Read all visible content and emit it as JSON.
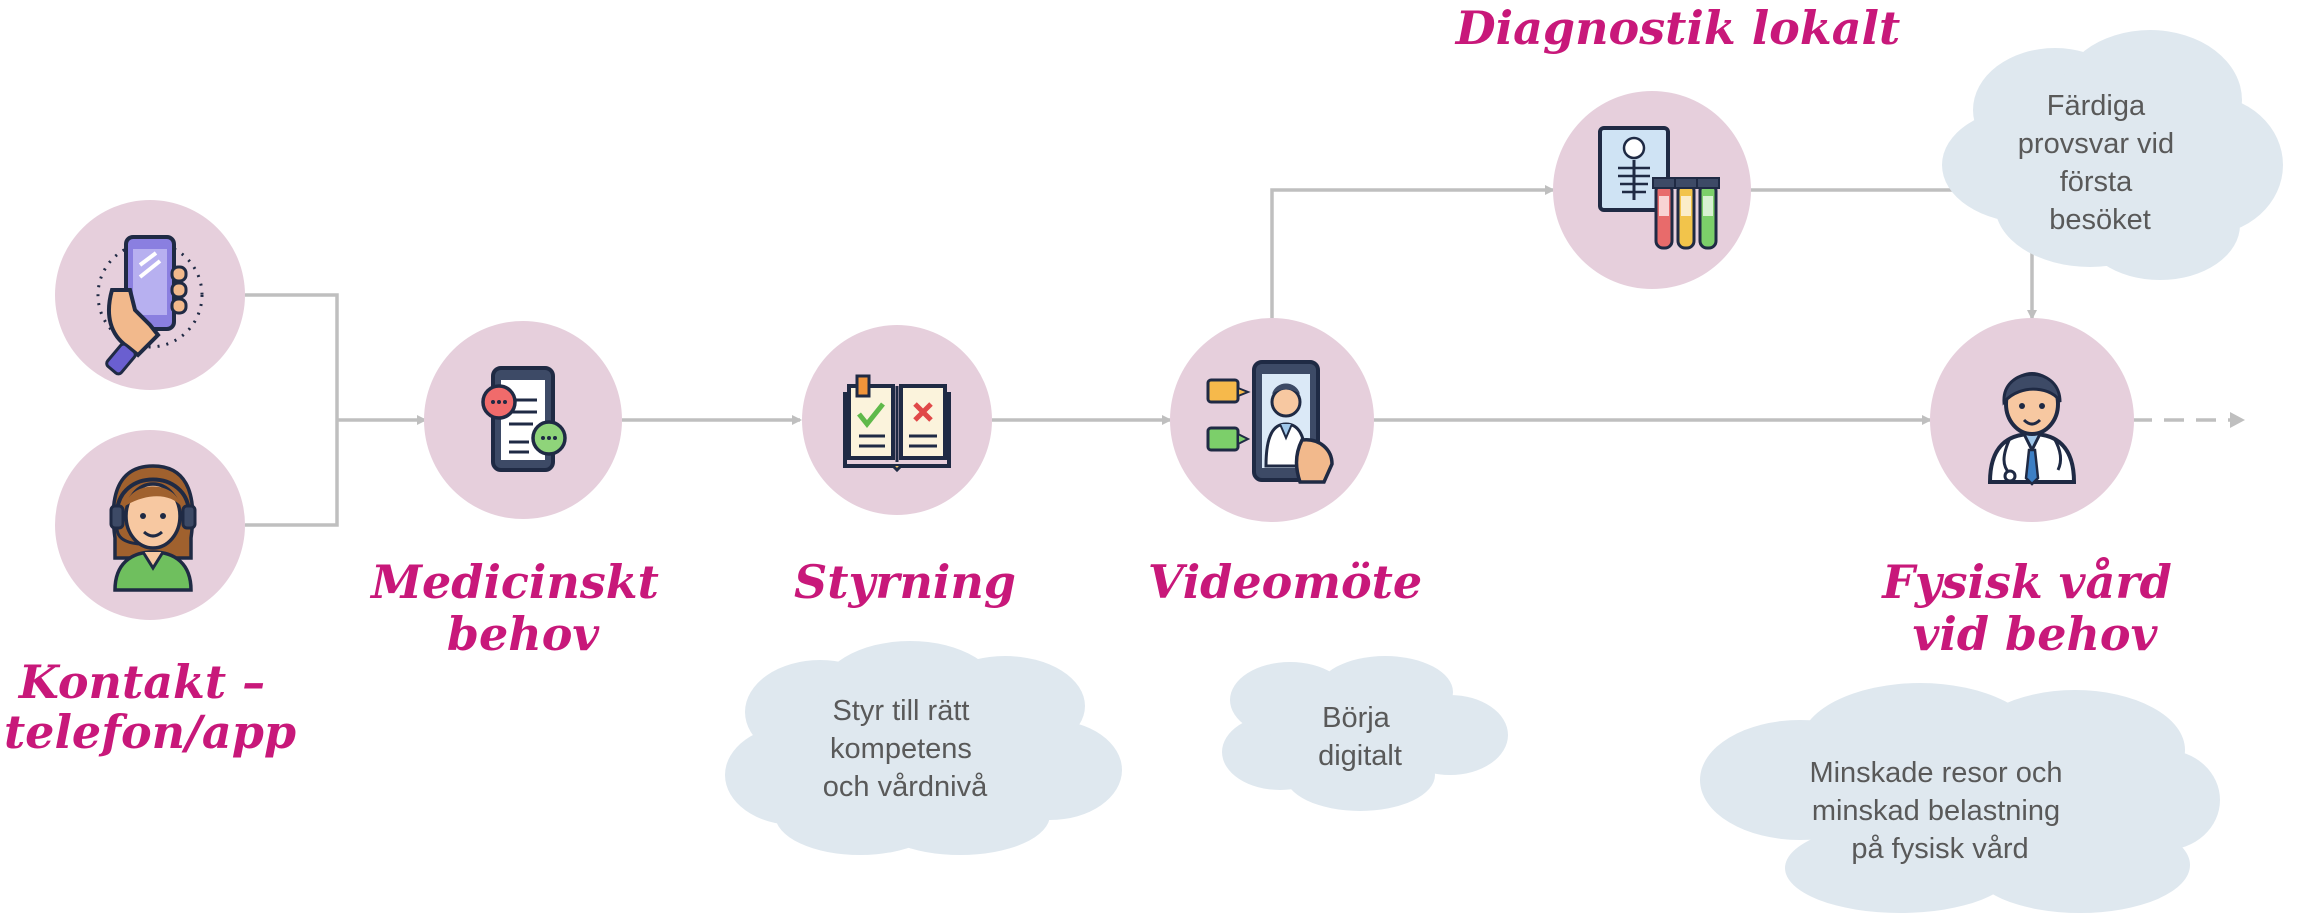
{
  "nodes": {
    "kontakt": {
      "title_lines": [
        "Kontakt –",
        "telefon/app"
      ]
    },
    "medicinskt": {
      "title_lines": [
        "Medicinskt",
        "behov"
      ]
    },
    "styrning": {
      "title_lines": [
        "Styrning"
      ]
    },
    "videomote": {
      "title_lines": [
        "Videomöte"
      ]
    },
    "diagnostik": {
      "title_lines": [
        "Diagnostik lokalt"
      ]
    },
    "fysisk": {
      "title_lines": [
        "Fysisk vård",
        "vid behov"
      ]
    }
  },
  "clouds": {
    "styrning": {
      "lines": [
        "Styr till rätt",
        "kompetens",
        "och vårdnivå"
      ]
    },
    "videomote": {
      "lines": [
        "Börja",
        "digitalt"
      ]
    },
    "diagnostik": {
      "lines": [
        "Färdiga",
        "provsvar vid",
        "första",
        "besöket"
      ]
    },
    "fysisk": {
      "lines": [
        "Minskade resor och",
        "minskad belastning",
        "på fysisk vård"
      ]
    }
  },
  "icons": {
    "phone": "smartphone-in-hand-icon",
    "support": "call-center-agent-icon",
    "medical_chat": "medical-chat-tablet-icon",
    "checklist": "checklist-book-icon",
    "video": "video-consultation-doctor-icon",
    "xray": "xray-and-test-tubes-icon",
    "doctor": "doctor-icon"
  },
  "colors": {
    "title": "#c8187a",
    "circle": "#e6cfdc",
    "cloud": "#dfe8ef",
    "connector": "#bfbfbf",
    "cloud_text": "#595959"
  }
}
